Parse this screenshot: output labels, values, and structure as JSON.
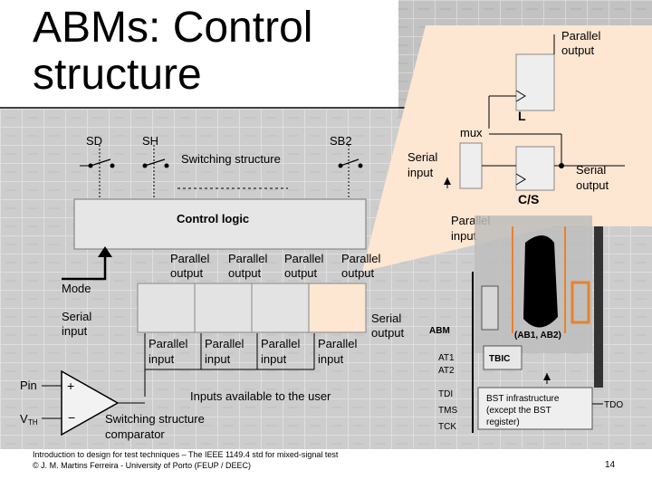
{
  "slide": {
    "title_line1": "ABMs: Control",
    "title_line2": "structure",
    "footer_line1": "Introduction to design for test techniques – The IEEE 1149.4 std for mixed-signal test",
    "footer_line2": "© J. M. Martins Ferreira - University of Porto (FEUP / DEEC)",
    "page_number": "14"
  },
  "diagram": {
    "switches": {
      "sd": "SD",
      "sh": "SH",
      "sb2": "SB2",
      "structure": "Switching structure"
    },
    "control_logic": "Control logic",
    "parallel_output": [
      "Parallel",
      "output"
    ],
    "parallel_input": [
      "Parallel",
      "input"
    ],
    "mode": "Mode",
    "serial_input": [
      "Serial",
      "input"
    ],
    "serial_output": [
      "Serial",
      "output"
    ],
    "pin": "Pin",
    "vth": "V",
    "vth_sub": "TH",
    "inputs_available": "Inputs available to the user",
    "comparator": [
      "Switching structure",
      "comparator"
    ],
    "zoom": {
      "parallel_output": [
        "Parallel",
        "output"
      ],
      "L": "L",
      "mux": "mux",
      "serial_input": [
        "Serial",
        "input"
      ],
      "serial_output": [
        "Serial",
        "output"
      ],
      "CS": "C/S",
      "parallel_input": [
        "Parallel",
        "input"
      ]
    },
    "chip": {
      "abm": "ABM",
      "ab": "(AB1, AB2)",
      "at1": "AT1",
      "at2": "AT2",
      "tbic": "TBIC",
      "tdi": "TDI",
      "tms": "TMS",
      "tck": "TCK",
      "tdo": "TDO",
      "bst": [
        "BST infrastructure",
        "(except the BST",
        "register)"
      ]
    }
  },
  "colors": {
    "peach": "#fde6d2",
    "orange": "#e8822c",
    "gray_box": "#dcdcdc",
    "background_photo": "#8a8a8a"
  }
}
